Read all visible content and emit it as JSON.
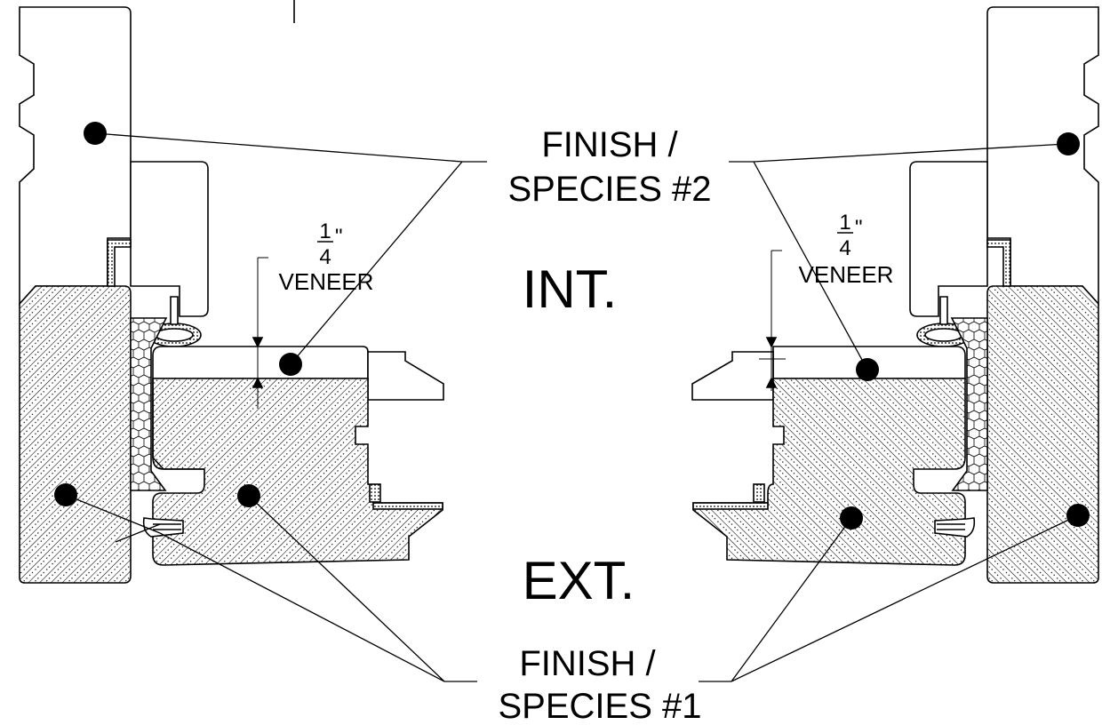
{
  "labels": {
    "finish_species_2_line1": "FINISH /",
    "finish_species_2_line2": "SPECIES #2",
    "finish_species_1_line1": "FINISH /",
    "finish_species_1_line2": "SPECIES #1",
    "interior": "INT.",
    "exterior": "EXT.",
    "veneer_left": {
      "numerator": "1",
      "denominator": "4",
      "inch_mark": "\"",
      "text": "VENEER"
    },
    "veneer_right": {
      "numerator": "1",
      "denominator": "4",
      "inch_mark": "\"",
      "text": "VENEER"
    }
  },
  "colors": {
    "ink": "#000000",
    "paper": "#ffffff"
  }
}
